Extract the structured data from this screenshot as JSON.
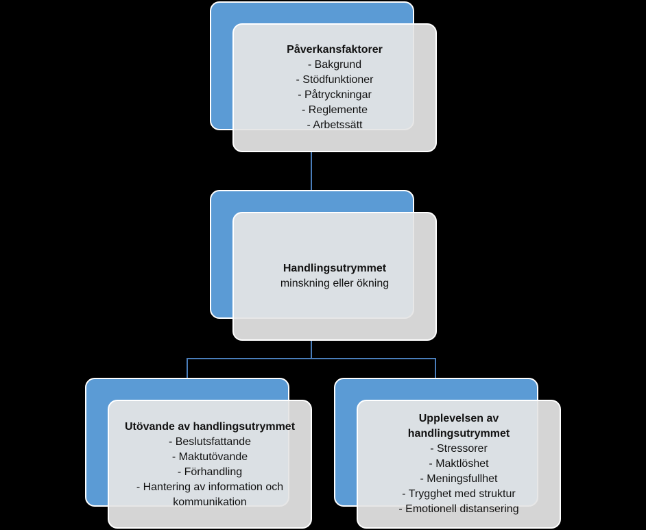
{
  "diagram": {
    "colors": {
      "background": "#000000",
      "back_panel": "#5b9bd5",
      "front_panel": "#e5e5e5",
      "connector": "#4a7ebb"
    },
    "top": {
      "title": "Påverkansfaktorer",
      "items": [
        "- Bakgrund",
        "- Stödfunktioner",
        "- Påtryckningar",
        "- Reglemente",
        "- Arbetssätt"
      ]
    },
    "middle": {
      "title": "Handlingsutrymmet",
      "subtitle": "minskning eller ökning"
    },
    "left": {
      "title": "Utövande av handlingsutrymmet",
      "items": [
        "- Beslutsfattande",
        "- Maktutövande",
        "- Förhandling",
        "- Hantering av information och",
        "kommunikation"
      ]
    },
    "right": {
      "title_lines": [
        "Upplevelsen av",
        "handlingsutrymmet"
      ],
      "items": [
        "- Stressorer",
        "- Maktlöshet",
        "- Meningsfullhet",
        "- Trygghet med struktur",
        "- Emotionell distansering"
      ]
    }
  }
}
